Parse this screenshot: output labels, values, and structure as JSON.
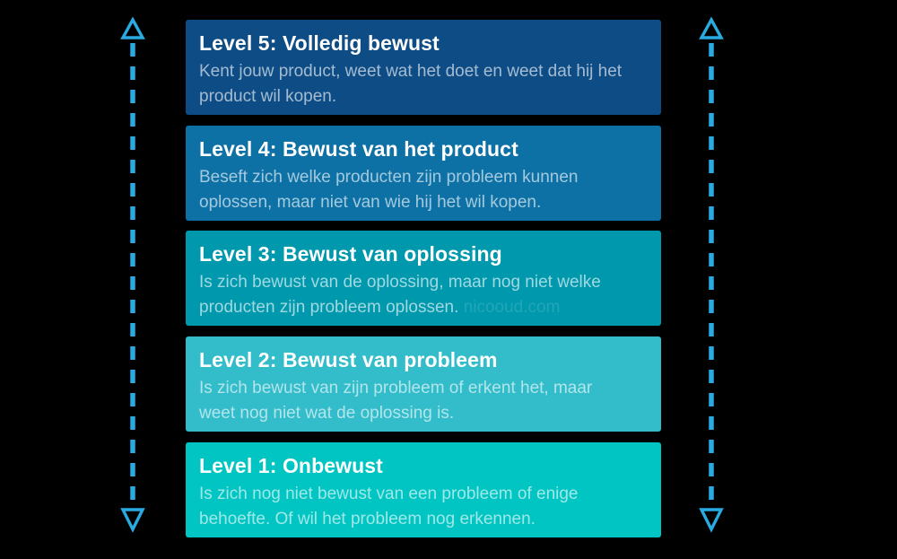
{
  "page": {
    "background": "#000000"
  },
  "arrow": {
    "color": "#29abe2",
    "style": "dashed",
    "heads": "both-ends"
  },
  "levels": [
    {
      "title": "Level 5: Volledig bewust",
      "description": "Kent jouw product, weet wat het doet en weet dat hij het product wil kopen.",
      "color": "#0e4c85"
    },
    {
      "title": "Level 4: Bewust van het product",
      "description": "Beseft zich welke producten zijn probleem kunnen oplossen, maar niet van wie hij het wil kopen.",
      "color": "#0d71a5"
    },
    {
      "title": "Level 3: Bewust van oplossing",
      "description": "Is zich bewust van de oplossing, maar nog niet welke producten zijn probleem oplossen.",
      "watermark": "nicooud.com",
      "color": "#0098ad"
    },
    {
      "title": "Level 2: Bewust van probleem",
      "description": "Is zich bewust van zijn probleem of erkent het, maar weet nog niet wat de oplossing is.",
      "color": "#33bcca"
    },
    {
      "title": "Level 1: Onbewust",
      "description": "Is zich nog niet bewust van een probleem of enige behoefte. Of wil het probleem nog erkennen.",
      "color": "#00c5c2"
    }
  ]
}
